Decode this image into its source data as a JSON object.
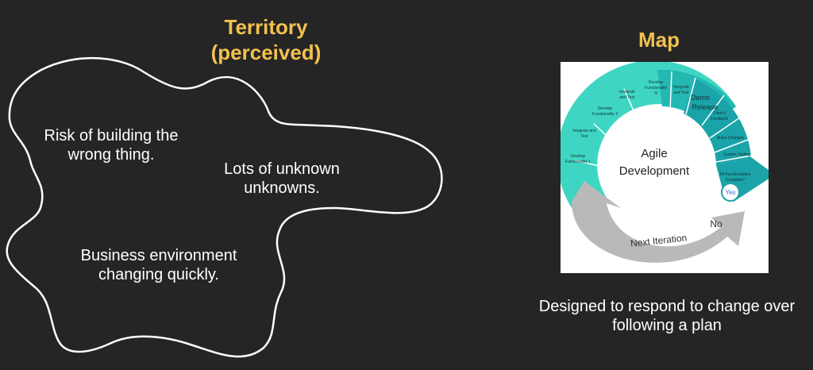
{
  "territory": {
    "title_line1": "Territory",
    "title_line2": "(perceived)",
    "statements": [
      {
        "line1": "Risk of building the",
        "line2": "wrong thing."
      },
      {
        "line1": "Lots of unknown",
        "line2": "unknowns."
      },
      {
        "line1": "Business environment",
        "line2": "changing quickly."
      }
    ]
  },
  "map": {
    "title": "Map",
    "cycle_center_line1": "Agile",
    "cycle_center_line2": "Development",
    "segments": [
      {
        "line1": "Develop",
        "line2": "Functionality 1"
      },
      {
        "line1": "Integrate and",
        "line2": "Test"
      },
      {
        "line1": "Develop",
        "line2": "Functionality 2"
      },
      {
        "line1": "Integrate",
        "line2": "and Test"
      },
      {
        "line1": "Develop",
        "line2": "Functionality",
        "line3": "N"
      },
      {
        "line1": "Integrate",
        "line2": "and Test"
      },
      {
        "line1": "Demo",
        "line2": "Release"
      },
      {
        "line1": "Client's",
        "line2": "Feedback"
      },
      {
        "line1": "Make Changes"
      },
      {
        "line1": "System Testing"
      },
      {
        "line1": "All Functionalities",
        "line2": "Complete?"
      }
    ],
    "yes_label": "Yes",
    "no_label": "No",
    "next_iteration_label": "Next Iteration",
    "colors": {
      "teal_light": "#3ed6c3",
      "teal_dark": "#1aa3a8",
      "grey_arrow": "#b9b9b9"
    }
  },
  "caption": {
    "line1": "Designed to respond to change over",
    "line2": "following a plan"
  }
}
